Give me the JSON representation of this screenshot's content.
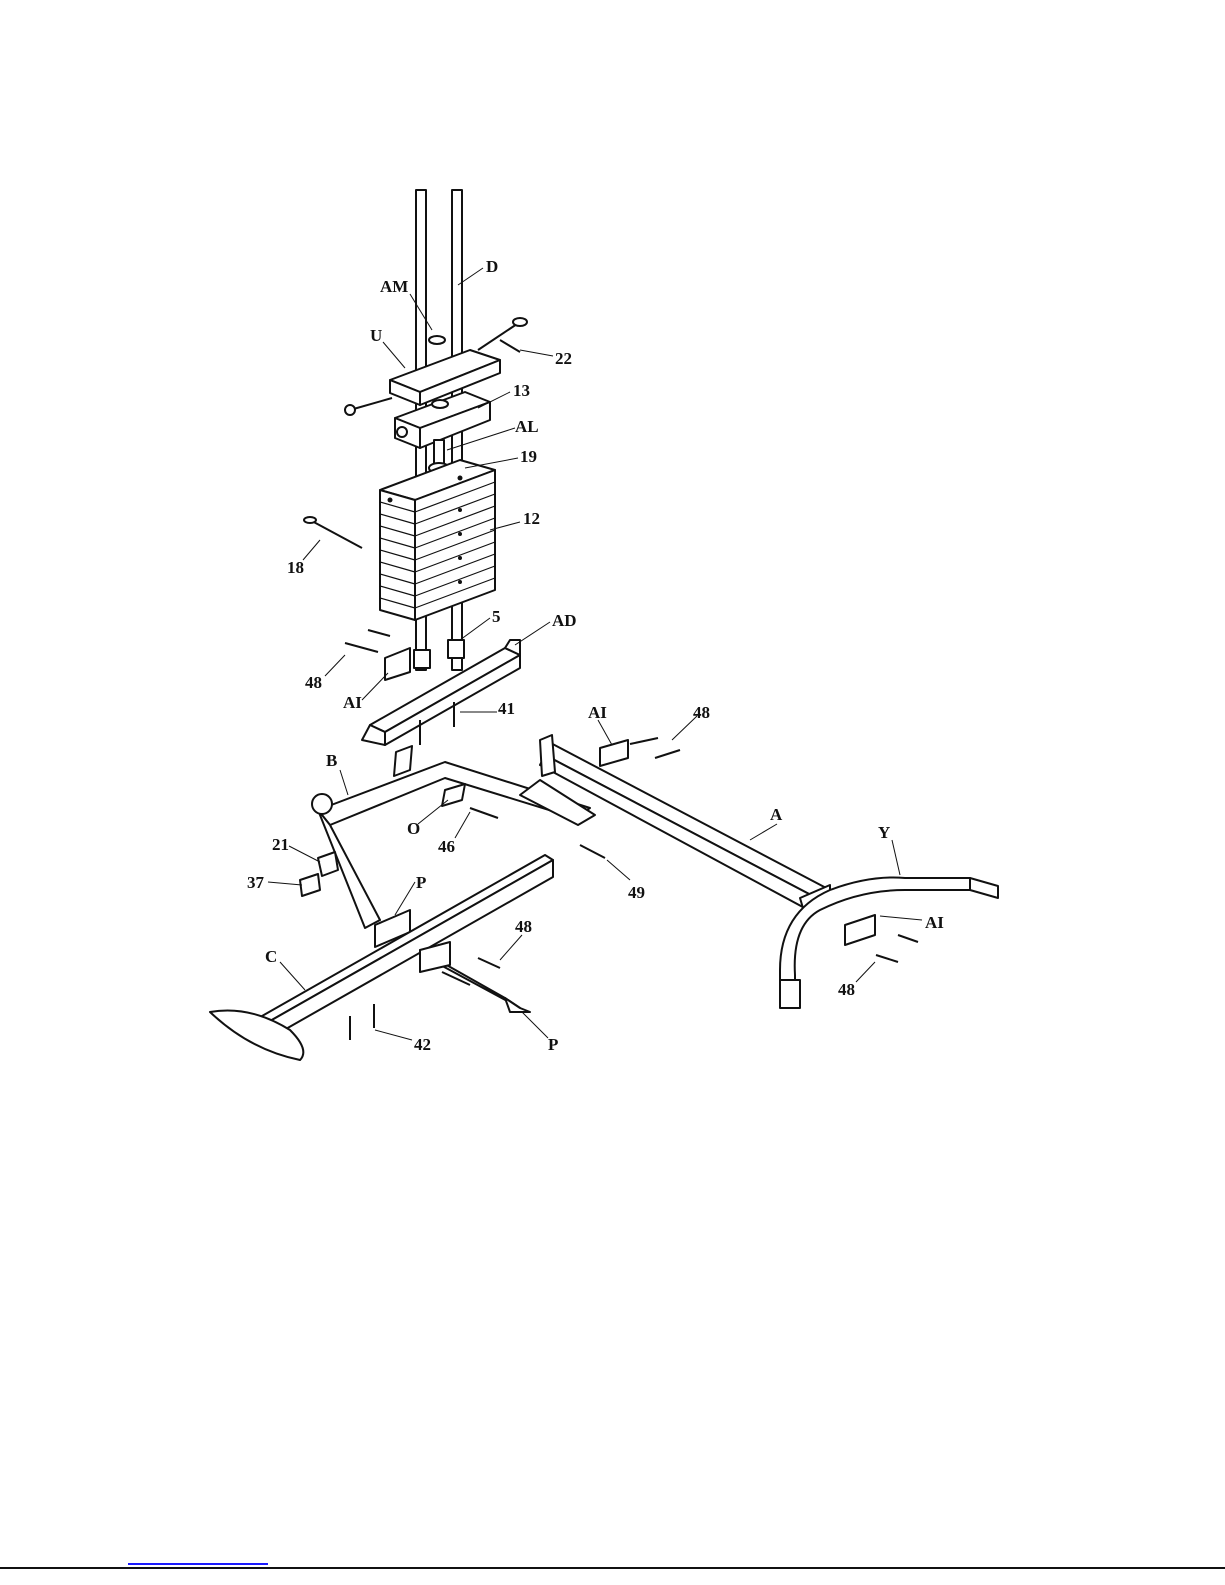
{
  "labels": [
    {
      "id": "D",
      "text": "D"
    },
    {
      "id": "AM",
      "text": "AM"
    },
    {
      "id": "U",
      "text": "U"
    },
    {
      "id": "22",
      "text": "22"
    },
    {
      "id": "13",
      "text": "13"
    },
    {
      "id": "AL",
      "text": "AL"
    },
    {
      "id": "19",
      "text": "19"
    },
    {
      "id": "12",
      "text": "12"
    },
    {
      "id": "18",
      "text": "18"
    },
    {
      "id": "5",
      "text": "5"
    },
    {
      "id": "AD",
      "text": "AD"
    },
    {
      "id": "48a",
      "text": "48"
    },
    {
      "id": "AIa",
      "text": "AI"
    },
    {
      "id": "41",
      "text": "41"
    },
    {
      "id": "AIb",
      "text": "AI"
    },
    {
      "id": "48b",
      "text": "48"
    },
    {
      "id": "B",
      "text": "B"
    },
    {
      "id": "O",
      "text": "O"
    },
    {
      "id": "46",
      "text": "46"
    },
    {
      "id": "A",
      "text": "A"
    },
    {
      "id": "Y",
      "text": "Y"
    },
    {
      "id": "21",
      "text": "21"
    },
    {
      "id": "37",
      "text": "37"
    },
    {
      "id": "Pa",
      "text": "P"
    },
    {
      "id": "49",
      "text": "49"
    },
    {
      "id": "AIc",
      "text": "AI"
    },
    {
      "id": "48c",
      "text": "48"
    },
    {
      "id": "C",
      "text": "C"
    },
    {
      "id": "48d",
      "text": "48"
    },
    {
      "id": "42",
      "text": "42"
    },
    {
      "id": "Pb",
      "text": "P"
    }
  ]
}
